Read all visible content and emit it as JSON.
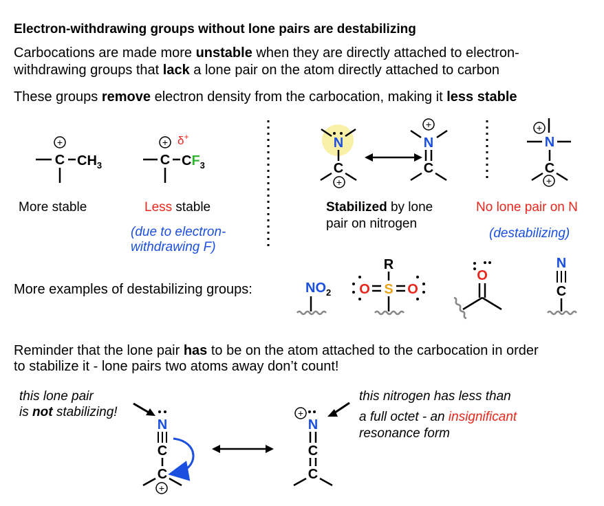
{
  "title": "Electron-withdrawing groups without lone pairs are destabilizing",
  "intro": {
    "line1_a": "Carbocations are made more ",
    "line1_b": "unstable",
    "line1_c": " when they are directly attached to electron-",
    "line2_a": "withdrawing  groups that ",
    "line2_b": "lack",
    "line2_c": " a lone pair on the atom directly attached to carbon"
  },
  "groups_line": {
    "a": "These groups ",
    "b": "remove",
    "c": " electron density from the carbocation, making it ",
    "d": "less stable"
  },
  "structures": {
    "plus": "+",
    "ch3": "CH",
    "ch3_sub": "3",
    "c": "C",
    "f": "F",
    "f_sub": "3",
    "cf": "C",
    "delta": "δ",
    "delta_sup": "+",
    "n": "N",
    "dash": "–"
  },
  "labels": {
    "more_stable": "More stable",
    "less_stable_a": "Less",
    "less_stable_b": " stable",
    "due_1": "(due to electron-",
    "due_2": "withdrawing F)",
    "stabilized_a": "Stabilized",
    "stabilized_b": " by lone",
    "stabilized_2": "pair on nitrogen",
    "no_lone_pair": "No lone pair on N",
    "destabilizing": "(destabilizing)"
  },
  "examples": {
    "label": "More examples of destabilizing groups:",
    "no2": "NO",
    "no2_sub": "2",
    "r": "R",
    "o": "O",
    "s": "S",
    "n": "N",
    "c": "C"
  },
  "reminder": {
    "line1_a": "Reminder that the lone pair ",
    "line1_b": "has",
    "line1_c": " to be on the atom attached to the carbocation in order",
    "line2": "to stabilize it - lone pairs two atoms away don’t count!"
  },
  "bottom": {
    "note_left_1": "this lone pair",
    "note_left_2a": "is ",
    "note_left_2b": "not",
    "note_left_2c": " stabilizing!",
    "note_right_1": "this nitrogen has less than",
    "note_right_2a": "a full octet - an ",
    "note_right_2b": "insignificant",
    "note_right_3": "resonance form"
  },
  "colors": {
    "red": "#e8271c",
    "blue": "#1a4fe0",
    "green": "#2fb52f",
    "orange": "#e8a41c",
    "highlight": "#f9f0a8",
    "squiggle": "#888888"
  }
}
